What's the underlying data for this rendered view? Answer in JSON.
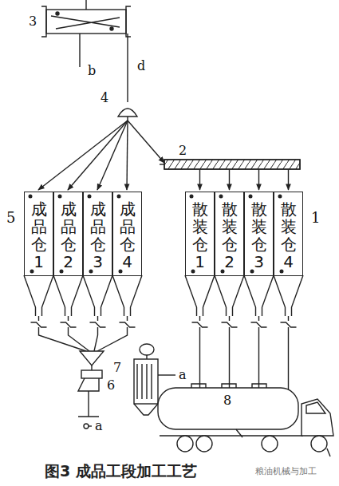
{
  "diagram": {
    "caption": "图3 成品工段加工工艺",
    "nodes": [
      {
        "text": [
          "5"
        ]
      },
      {
        "text": [
          "成品仓1"
        ],
        "in": 0
      },
      {
        "text": [
          "成品仓2"
        ],
        "in": 0
      },
      {
        "text": [
          "成品仓3"
        ],
        "in": 0
      },
      {
        "text": [
          "成品仓4"
        ],
        "in": 0
      },
      {
        "text": [
          "1"
        ]
      },
      {
        "text": [
          "散装仓1"
        ],
        "in": 5
      },
      {
        "text": [
          "散装仓2"
        ],
        "in": 5
      },
      {
        "text": [
          "散装仓3"
        ],
        "in": 5
      },
      {
        "text": [
          "散装仓4"
        ],
        "in": 5
      }
    ],
    "labels": [
      "3",
      "b",
      "d",
      "4",
      "2",
      "6",
      "a",
      "7",
      "a",
      "8",
      "粮油机械与加工"
    ]
  }
}
